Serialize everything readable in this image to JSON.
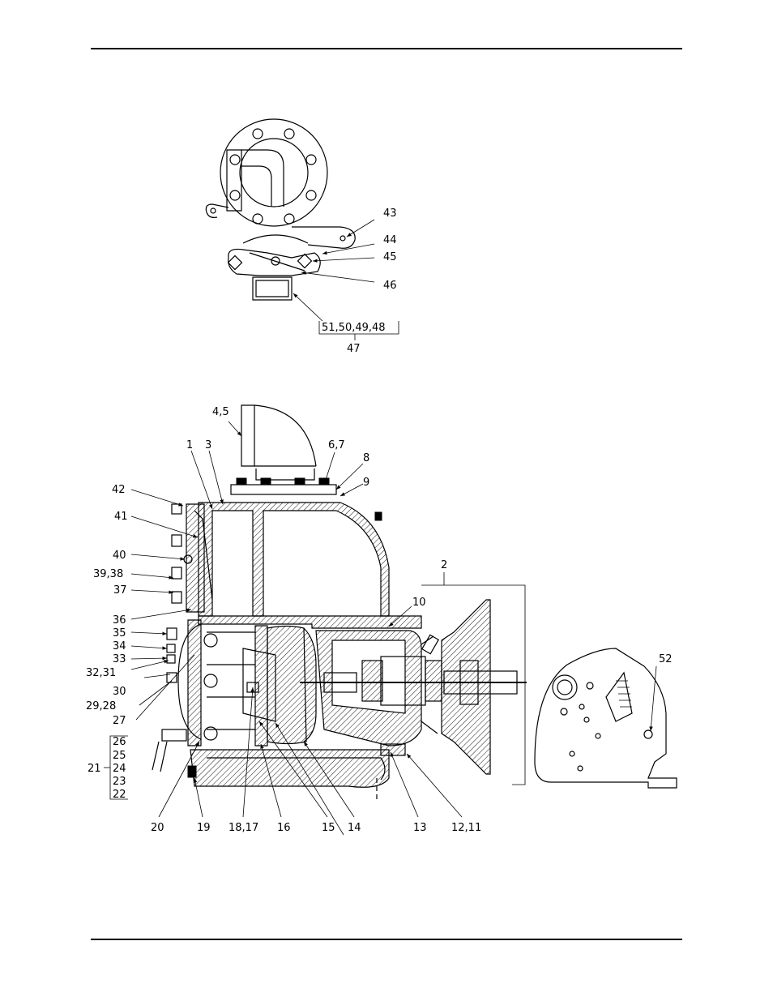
{
  "figure": {
    "top_view_labels": [
      "43",
      "44",
      "45",
      "46",
      "51,50,49,48",
      "47"
    ],
    "section_labels": {
      "l_4_5": "4,5",
      "l_1": "1",
      "l_3": "3",
      "l_6_7": "6,7",
      "l_8": "8",
      "l_9": "9",
      "l_42": "42",
      "l_41": "41",
      "l_40": "40",
      "l_39_38": "39,38",
      "l_37": "37",
      "l_36": "36",
      "l_35": "35",
      "l_34": "34",
      "l_33": "33",
      "l_32_31": "32,31",
      "l_30": "30",
      "l_29_28": "29,28",
      "l_27": "27",
      "l_26": "26",
      "l_25": "25",
      "l_24": "24",
      "l_23": "23",
      "l_22": "22",
      "l_21": "21",
      "l_20": "20",
      "l_19": "19",
      "l_18_17": "18,17",
      "l_16": "16",
      "l_15": "15",
      "l_14": "14",
      "l_13": "13",
      "l_12_11": "12,11",
      "l_10": "10",
      "l_2": "2",
      "l_52": "52"
    }
  }
}
